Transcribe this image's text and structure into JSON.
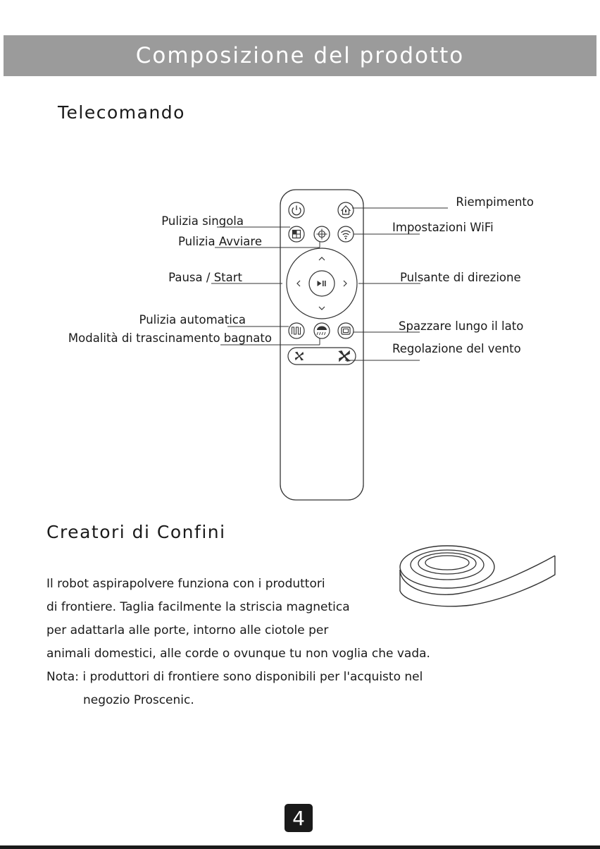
{
  "header": {
    "title": "Composizione del prodotto"
  },
  "remote": {
    "section_title": "Telecomando",
    "labels": {
      "single_clean": "Pulizia singola",
      "start_clean": "Pulizia Avviare",
      "pause_start": "Pausa / Start",
      "auto_clean": "Pulizia automatica",
      "wet_mop": "Modalità di trascinamento bagnato",
      "refill": "Riempimento",
      "wifi": "Impostazioni WiFi",
      "direction": "Pulsante di direzione",
      "edge_sweep": "Spazzare lungo il lato",
      "wind": "Regolazione del vento"
    },
    "icons": [
      "power-icon",
      "refill-icon",
      "single-clean-icon",
      "start-clean-icon",
      "wifi-icon",
      "arrow-up-icon",
      "arrow-down-icon",
      "arrow-left-icon",
      "arrow-right-icon",
      "play-pause-icon",
      "auto-clean-icon",
      "wet-mop-icon",
      "edge-sweep-icon",
      "fan-low-icon",
      "fan-high-icon"
    ]
  },
  "boundary": {
    "section_title": "Creatori di Confini",
    "lines": [
      "Il robot aspirapolvere funziona con i produttori",
      "di frontiere. Taglia facilmente la striscia magnetica",
      "per adattarla alle porte, intorno alle ciotole per",
      "animali domestici, alle corde o ovunque tu non voglia che vada.",
      "Nota: i produttori di frontiere sono disponibili per l'acquisto nel",
      "negozio Proscenic."
    ]
  },
  "footer": {
    "page_number": "4"
  },
  "colors": {
    "header_bg": "#9b9b9b",
    "text": "#1a1a1a",
    "page_badge": "#1a1a1a"
  }
}
